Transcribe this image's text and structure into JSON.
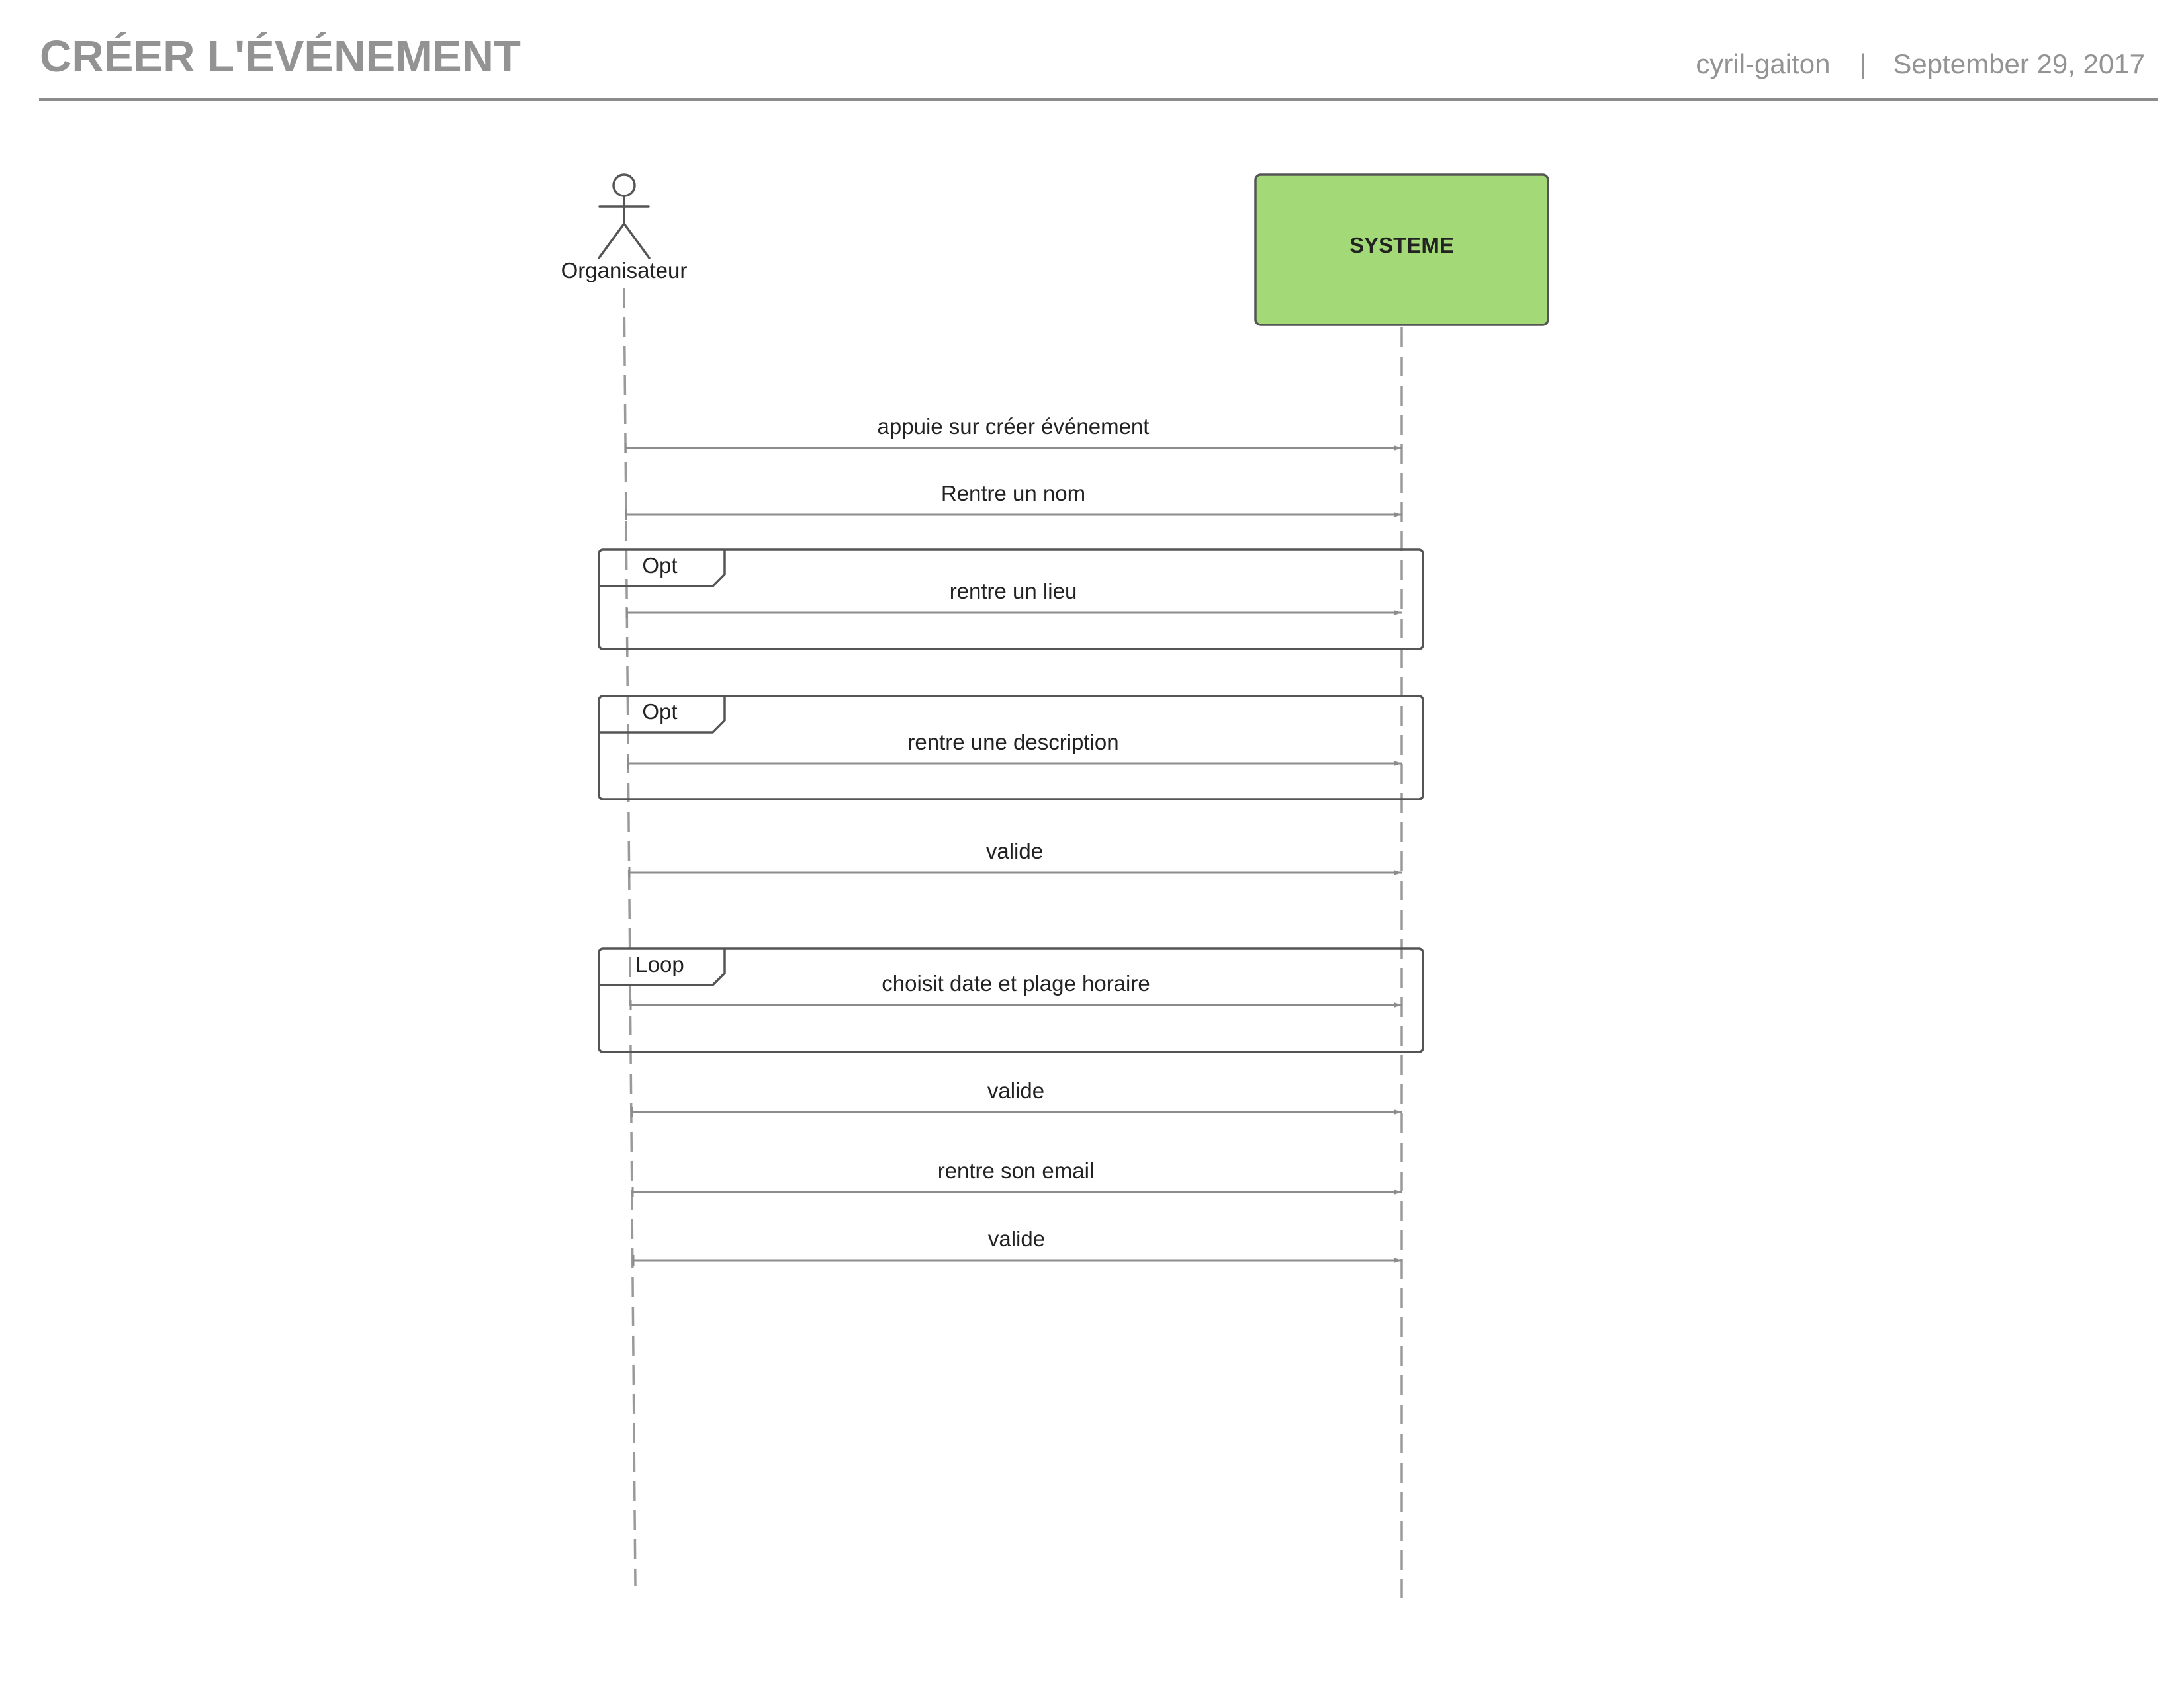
{
  "header": {
    "title": "CRÉER L'ÉVÉNEMENT",
    "author": "cyril-gaiton",
    "separator": "|",
    "date": "September 29, 2017"
  },
  "diagram": {
    "type": "sequence",
    "actor": {
      "label": "Organisateur",
      "icon": "stick-figure-icon"
    },
    "system": {
      "label": "SYSTEME",
      "color": "#a3d977"
    },
    "messages": [
      {
        "label": "appuie sur créer événement",
        "fragment": null
      },
      {
        "label": "Rentre un nom",
        "fragment": null
      },
      {
        "label": "rentre un lieu",
        "fragment": 0
      },
      {
        "label": "rentre une description",
        "fragment": 1
      },
      {
        "label": "valide",
        "fragment": null
      },
      {
        "label": "choisit date et plage horaire",
        "fragment": 2
      },
      {
        "label": "valide",
        "fragment": null
      },
      {
        "label": "rentre son email",
        "fragment": null
      },
      {
        "label": "valide",
        "fragment": null
      }
    ],
    "fragments": [
      {
        "operator": "Opt"
      },
      {
        "operator": "Opt"
      },
      {
        "operator": "Loop"
      }
    ],
    "colors": {
      "lifeline": "#9a9a9a",
      "message_line": "#8c8c8c",
      "frame_border": "#555555",
      "text": "#222222",
      "header_text": "#939393"
    }
  }
}
